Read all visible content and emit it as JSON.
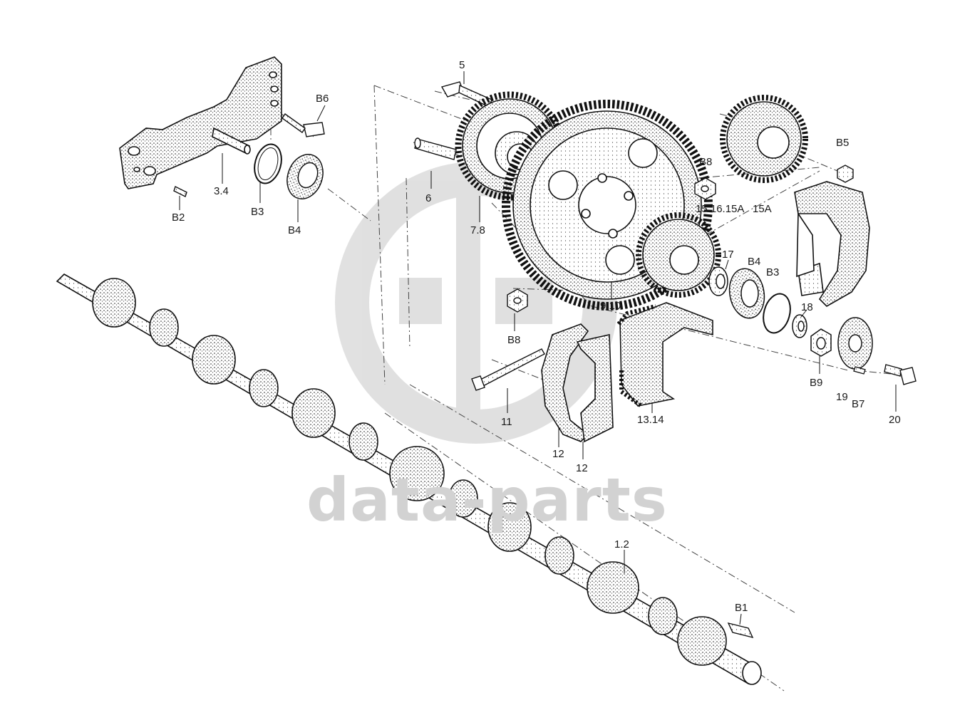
{
  "watermark": {
    "text": "data-parts",
    "color": "#cfcfcf"
  },
  "callouts": {
    "c5": "5",
    "c6": "6",
    "c78": "7.8",
    "c910": "9.10",
    "b6": "B6",
    "b2": "B2",
    "c34": "3.4",
    "b3_left": "B3",
    "b4_left": "B4",
    "b8_top": "B8",
    "c151615a": "15.16.15A",
    "c15a": "15A",
    "b5": "B5",
    "c17": "17",
    "b4_right": "B4",
    "b3_right": "B3",
    "c18": "18",
    "b8_mid": "B8",
    "c11": "11",
    "c12a": "12",
    "c12b": "12",
    "c1314": "13.14",
    "b9": "B9",
    "c19": "19",
    "b7": "B7",
    "c20": "20",
    "c12": "1.2",
    "b1": "B1"
  }
}
